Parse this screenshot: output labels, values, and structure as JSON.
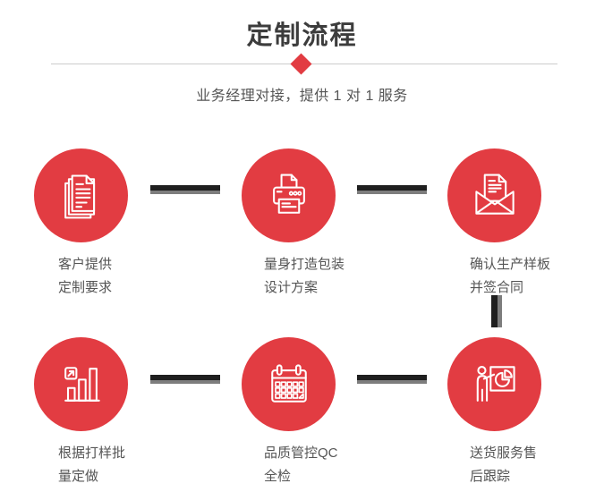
{
  "header": {
    "title": "定制流程",
    "subtitle": "业务经理对接，提供 1 对 1 服务"
  },
  "colors": {
    "accent_red": "#e23c42",
    "connector_dark": "#1f1f1f",
    "connector_gray": "#7d7d7d",
    "divider_gray": "#cccccc",
    "title_text": "#3c3c3c",
    "label_text": "#555555",
    "icon_stroke": "#ffffff"
  },
  "steps": [
    {
      "icon": "documents-icon",
      "lines": [
        "客户提供",
        "定制要求"
      ]
    },
    {
      "icon": "printer-icon",
      "lines": [
        "量身打造包装",
        "设计方案"
      ]
    },
    {
      "icon": "envelope-icon",
      "lines": [
        "确认生产样板",
        "并签合同"
      ]
    },
    {
      "icon": "bar-chart-icon",
      "lines": [
        "根据打样批",
        "量定做"
      ]
    },
    {
      "icon": "calendar-icon",
      "lines": [
        "品质管控QC",
        "全检"
      ]
    },
    {
      "icon": "presenter-icon",
      "lines": [
        "送货服务售",
        "后跟踪"
      ]
    }
  ]
}
